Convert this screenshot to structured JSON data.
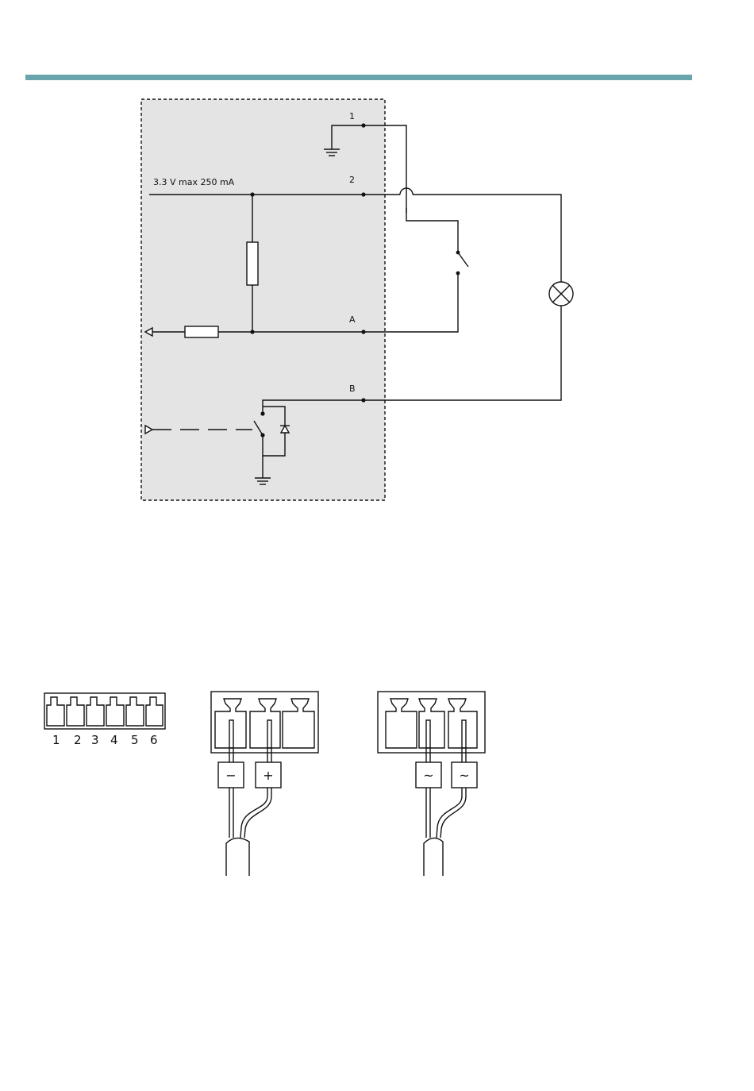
{
  "colors": {
    "header_rule": "#6aa5ad",
    "device_area": "#e4e4e4",
    "line": "#111111"
  },
  "io_circuit": {
    "pin_1": "1",
    "pin_2": "2",
    "pin_a": "A",
    "pin_b": "B",
    "supply_label": "3.3 V max 250 mA"
  },
  "connector": {
    "pin_numbers": [
      "1",
      "2",
      "3",
      "4",
      "5",
      "6"
    ]
  },
  "dc_power": {
    "negative": "−",
    "positive": "+"
  },
  "ac_power": {
    "line_1": "~",
    "line_2": "~"
  }
}
